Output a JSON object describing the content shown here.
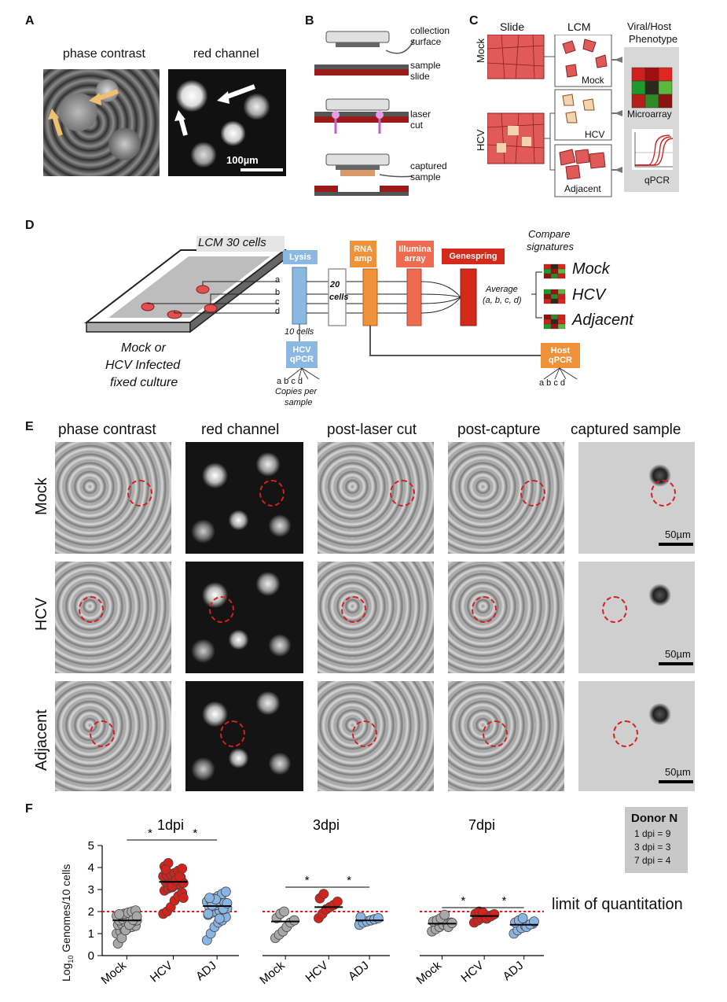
{
  "panels": {
    "A": "A",
    "B": "B",
    "C": "C",
    "D": "D",
    "E": "E",
    "F": "F"
  },
  "panelA": {
    "col1": "phase contrast",
    "col2": "red channel",
    "scale": "100µm"
  },
  "panelB": {
    "collection": "collection",
    "surface": "surface",
    "sample": "sample",
    "slide": "slide",
    "laser": "laser",
    "cut": "cut",
    "captured": "captured",
    "sample2": "sample"
  },
  "panelC": {
    "slide": "Slide",
    "lcm": "LCM",
    "phenotype1": "Viral/Host",
    "phenotype2": "Phenotype",
    "mock_row": "Mock",
    "hcv_row": "HCV",
    "mock_box": "Mock",
    "hcv_box": "HCV",
    "adjacent_box": "Adjacent",
    "microarray": "Microarray",
    "qpcr": "qPCR",
    "heatmap_colors": [
      "#d0201c",
      "#a01010",
      "#e2261e",
      "#1e9a2c",
      "#2a2a1c",
      "#5cb93e",
      "#b22018",
      "#2f8a26",
      "#8a1410"
    ]
  },
  "panelD": {
    "lcm30": "LCM 30 cells",
    "lysis": "Lysis",
    "cells20_a": "20",
    "cells20_b": "cells",
    "rna1": "RNA",
    "rna2": "amp",
    "ill1": "Illumina",
    "ill2": "array",
    "genespring": "Genespring",
    "average1": "Average",
    "average2": "(a, b, c, d)",
    "compare1": "Compare",
    "compare2": "signatures",
    "mock": "Mock",
    "hcv": "HCV",
    "adjacent": "Adjacent",
    "cells10": "10 cells",
    "hcvqpcr1": "HCV",
    "hcvqpcr2": "qPCR",
    "hostqpcr1": "Host",
    "hostqpcr2": "qPCR",
    "copies1": "Copies per",
    "copies2": "sample",
    "culture1": "Mock or",
    "culture2": "HCV Infected",
    "culture3": "fixed culture",
    "letters": [
      "a",
      "b",
      "c",
      "d"
    ],
    "abcd": "a  b  c  d",
    "colors": {
      "lysis": "#8ab8e0",
      "rna": "#f0923a",
      "illumina": "#ee6b52",
      "genespring": "#d42a1c"
    }
  },
  "panelE": {
    "cols": [
      "phase contrast",
      "red channel",
      "post-laser cut",
      "post-capture",
      "captured sample"
    ],
    "rows": [
      "Mock",
      "HCV",
      "Adjacent"
    ],
    "scale": "50µm"
  },
  "panelF": {
    "ylabel_pre": "Log",
    "ylabel_sub": "10",
    "ylabel_post": " Genomes/10 cells",
    "loq": "limit of quantitation",
    "donor_title": "Donor N",
    "donor_lines": [
      "1 dpi = 9",
      "3 dpi = 3",
      "7 dpi = 4"
    ],
    "star": "*"
  },
  "chart_data": [
    {
      "type": "scatter",
      "title": "1dpi",
      "ylabel": "Log10 Genomes/10 cells",
      "ylim": [
        0,
        5
      ],
      "yticks": [
        0,
        1,
        2,
        3,
        4,
        5
      ],
      "categories": [
        "Mock",
        "HCV",
        "ADJ"
      ],
      "limit_of_quantitation": 2,
      "significance": [
        [
          "Mock",
          "HCV",
          "*"
        ],
        [
          "HCV",
          "ADJ",
          "*"
        ]
      ],
      "series": [
        {
          "name": "Mock",
          "color": "#a8a8a8",
          "median": 1.6,
          "values": [
            1.0,
            1.1,
            1.2,
            1.25,
            1.3,
            1.35,
            1.4,
            1.45,
            1.5,
            1.5,
            1.55,
            1.6,
            1.6,
            1.65,
            1.7,
            1.7,
            1.75,
            1.8,
            1.85,
            1.9,
            1.95,
            2.0,
            2.05,
            0.55,
            0.8,
            1.15,
            1.4,
            1.62,
            1.78,
            1.88
          ]
        },
        {
          "name": "HCV",
          "color": "#d3231c",
          "median": 3.35,
          "values": [
            1.9,
            2.0,
            2.2,
            2.5,
            2.7,
            2.85,
            2.95,
            3.05,
            3.1,
            3.2,
            3.25,
            3.3,
            3.35,
            3.4,
            3.45,
            3.5,
            3.55,
            3.6,
            3.65,
            3.7,
            3.75,
            3.85,
            3.95,
            4.05,
            4.2,
            3.15,
            3.42,
            3.58,
            2.62,
            3.9
          ]
        },
        {
          "name": "ADJ",
          "color": "#8ab5e3",
          "median": 2.25,
          "values": [
            0.7,
            1.0,
            1.3,
            1.5,
            1.6,
            1.75,
            1.85,
            1.95,
            2.0,
            2.05,
            2.1,
            2.15,
            2.2,
            2.25,
            2.3,
            2.35,
            2.4,
            2.45,
            2.5,
            2.6,
            2.7,
            2.8,
            2.9,
            1.9,
            2.28,
            2.55,
            1.68,
            2.12,
            2.38,
            2.62
          ]
        }
      ]
    },
    {
      "type": "scatter",
      "title": "3dpi",
      "ylim": [
        0,
        5
      ],
      "categories": [
        "Mock",
        "HCV",
        "ADJ"
      ],
      "limit_of_quantitation": 2,
      "significance": [
        [
          "Mock",
          "HCV",
          "*"
        ],
        [
          "HCV",
          "ADJ",
          "*"
        ]
      ],
      "series": [
        {
          "name": "Mock",
          "color": "#a8a8a8",
          "median": 1.55,
          "values": [
            0.8,
            0.95,
            1.1,
            1.3,
            1.5,
            1.6,
            1.7,
            1.9,
            2.0
          ]
        },
        {
          "name": "HCV",
          "color": "#d3231c",
          "median": 2.2,
          "values": [
            1.7,
            1.9,
            2.1,
            2.2,
            2.3,
            2.45,
            2.6,
            2.8
          ]
        },
        {
          "name": "ADJ",
          "color": "#8ab5e3",
          "median": 1.6,
          "values": [
            1.4,
            1.5,
            1.55,
            1.6,
            1.65,
            1.7,
            1.75
          ]
        }
      ]
    },
    {
      "type": "scatter",
      "title": "7dpi",
      "ylim": [
        0,
        5
      ],
      "categories": [
        "Mock",
        "HCV",
        "ADJ"
      ],
      "limit_of_quantitation": 2,
      "significance": [
        [
          "Mock",
          "HCV",
          "*"
        ],
        [
          "HCV",
          "ADJ",
          "*"
        ]
      ],
      "series": [
        {
          "name": "Mock",
          "color": "#a8a8a8",
          "median": 1.45,
          "values": [
            1.1,
            1.2,
            1.3,
            1.4,
            1.45,
            1.5,
            1.55,
            1.6,
            1.7,
            1.85,
            1.3,
            1.48
          ]
        },
        {
          "name": "HCV",
          "color": "#d3231c",
          "median": 1.8,
          "values": [
            1.5,
            1.6,
            1.7,
            1.75,
            1.8,
            1.85,
            1.9,
            2.0,
            1.95,
            1.68,
            1.78,
            1.88
          ]
        },
        {
          "name": "ADJ",
          "color": "#8ab5e3",
          "median": 1.4,
          "values": [
            1.0,
            1.15,
            1.25,
            1.35,
            1.4,
            1.45,
            1.5,
            1.6,
            1.7,
            1.3,
            1.42,
            1.55
          ]
        }
      ]
    }
  ]
}
